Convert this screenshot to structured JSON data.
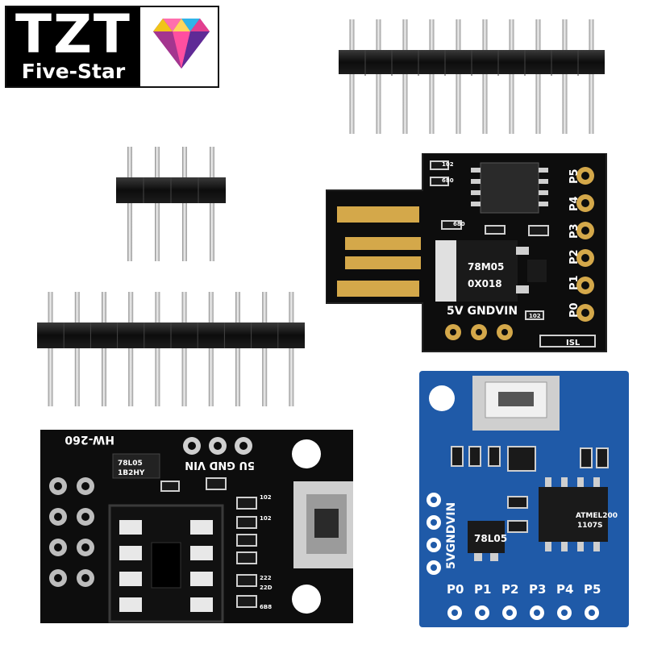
{
  "logo": {
    "brand": "TZT",
    "tagline": "Five-Star"
  },
  "usb_board": {
    "pin_labels": [
      "P5",
      "P4",
      "P3",
      "P2",
      "P1",
      "P0"
    ],
    "power_label": "5V GNDVIN",
    "regulator_text": [
      "78M05",
      "0X018"
    ],
    "resistor_codes": [
      "102",
      "680",
      "680",
      "102"
    ],
    "jumper_label": "ISL"
  },
  "black_board": {
    "model": "HW-260",
    "power_label": "5U GND VIN",
    "regulator_text": [
      "78L05",
      "1B2HY"
    ],
    "resistor_codes": [
      "102",
      "102",
      "222",
      "22D",
      "6B8"
    ]
  },
  "blue_board": {
    "pin_labels": [
      "P0",
      "P1",
      "P2",
      "P3",
      "P4",
      "P5"
    ],
    "power_label": "5VGNDVIN",
    "regulator_text": "78L05",
    "chip_text": [
      "ATMEL200",
      "1107S"
    ]
  },
  "colors": {
    "pcb_black": "#0d0d0d",
    "pcb_blue": "#1f5aa8",
    "gold": "#d4a84a",
    "silver": "#cfcfcf"
  }
}
